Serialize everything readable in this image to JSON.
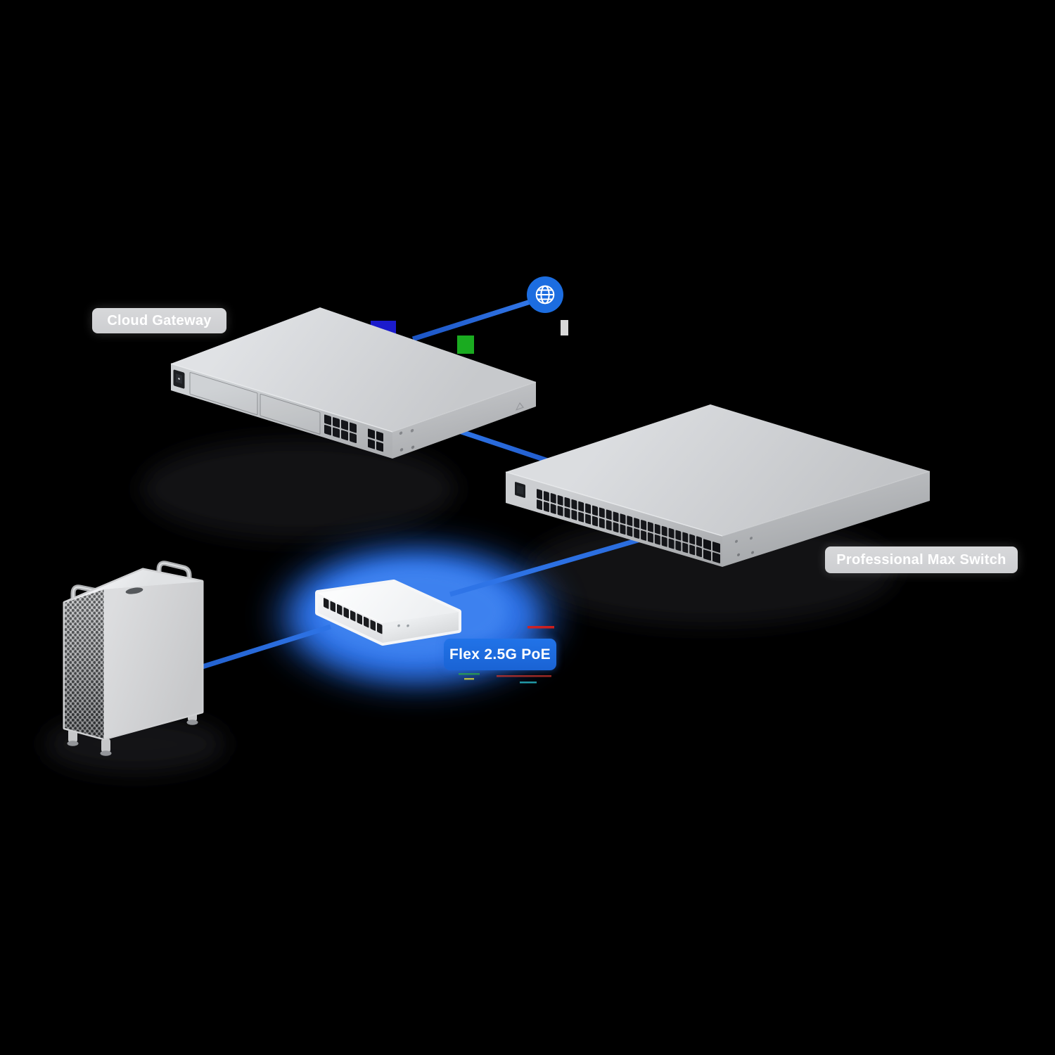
{
  "scene": {
    "type": "network-topology-diagram",
    "background_color": "#000000"
  },
  "labels": {
    "cloud_gateway": "Cloud Gateway",
    "pro_max_switch": "Professional Max Switch",
    "flex_poe": "Flex 2.5G PoE"
  },
  "colors": {
    "accent_blue": "#1c6de0",
    "connection_line_blue": "#2c6fe0",
    "flex_glow_blue": "#2e74ec",
    "gray_label_bg": "#d1d2d4",
    "label_text": "#ffffff",
    "device_gray": "#cdd0d3",
    "port_dark": "#15161a"
  },
  "icons": [
    {
      "name": "globe-icon",
      "represents": "internet"
    }
  ],
  "devices": [
    {
      "name": "cloud-gateway",
      "label_ref": "cloud_gateway"
    },
    {
      "name": "professional-max-switch",
      "label_ref": "pro_max_switch"
    },
    {
      "name": "flex-2-5g-poe-switch",
      "label_ref": "flex_poe"
    },
    {
      "name": "desktop-workstation-tower",
      "label_ref": null
    }
  ],
  "connections": [
    {
      "from": "cloud-gateway",
      "to": "globe-icon"
    },
    {
      "from": "cloud-gateway",
      "to": "professional-max-switch"
    },
    {
      "from": "professional-max-switch",
      "to": "flex-2-5g-poe-switch"
    },
    {
      "from": "desktop-workstation-tower",
      "to": "flex-2-5g-poe-switch"
    }
  ]
}
